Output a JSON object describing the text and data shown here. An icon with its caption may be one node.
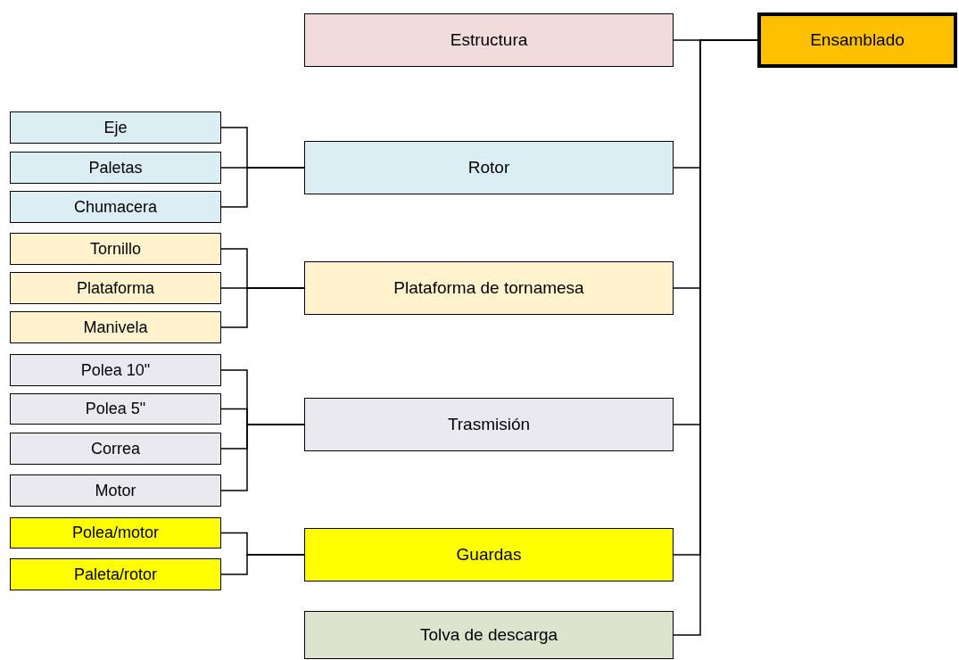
{
  "diagram": {
    "nodes": [
      {
        "text": [
          "Estructura"
        ]
      },
      {
        "text": [
          "Ensamblado"
        ]
      },
      {
        "text": [
          "Eje"
        ]
      },
      {
        "text": [
          "Paletas"
        ]
      },
      {
        "text": [
          "Chumacera"
        ]
      },
      {
        "text": [
          "Rotor"
        ]
      },
      {
        "text": [
          "Tornillo"
        ]
      },
      {
        "text": [
          "Plataforma"
        ]
      },
      {
        "text": [
          "Manivela"
        ]
      },
      {
        "text": [
          "Plataforma de tornamesa"
        ]
      },
      {
        "text": [
          "Polea 10\""
        ]
      },
      {
        "text": [
          "Polea 5\""
        ]
      },
      {
        "text": [
          "Correa"
        ]
      },
      {
        "text": [
          "Motor"
        ]
      },
      {
        "text": [
          "Trasmisión"
        ]
      },
      {
        "text": [
          "Polea/motor"
        ]
      },
      {
        "text": [
          "Paleta/rotor"
        ]
      },
      {
        "text": [
          "Guardas"
        ]
      },
      {
        "text": [
          "Tolva de descarga"
        ]
      }
    ],
    "edges": [
      {
        "from": 0,
        "to": 1,
        "arrow": "none"
      },
      {
        "from": 5,
        "to": 1,
        "arrow": "none"
      },
      {
        "from": 9,
        "to": 1,
        "arrow": "none"
      },
      {
        "from": 14,
        "to": 1,
        "arrow": "none"
      },
      {
        "from": 17,
        "to": 1,
        "arrow": "none"
      },
      {
        "from": 18,
        "to": 1,
        "arrow": "none"
      },
      {
        "from": 2,
        "to": 5,
        "arrow": "none"
      },
      {
        "from": 3,
        "to": 5,
        "arrow": "none"
      },
      {
        "from": 4,
        "to": 5,
        "arrow": "none"
      },
      {
        "from": 6,
        "to": 9,
        "arrow": "none"
      },
      {
        "from": 7,
        "to": 9,
        "arrow": "none"
      },
      {
        "from": 8,
        "to": 9,
        "arrow": "none"
      },
      {
        "from": 10,
        "to": 14,
        "arrow": "none"
      },
      {
        "from": 11,
        "to": 14,
        "arrow": "none"
      },
      {
        "from": 12,
        "to": 14,
        "arrow": "none"
      },
      {
        "from": 13,
        "to": 14,
        "arrow": "none"
      },
      {
        "from": 15,
        "to": 17,
        "arrow": "none"
      },
      {
        "from": 16,
        "to": 17,
        "arrow": "none"
      }
    ]
  }
}
